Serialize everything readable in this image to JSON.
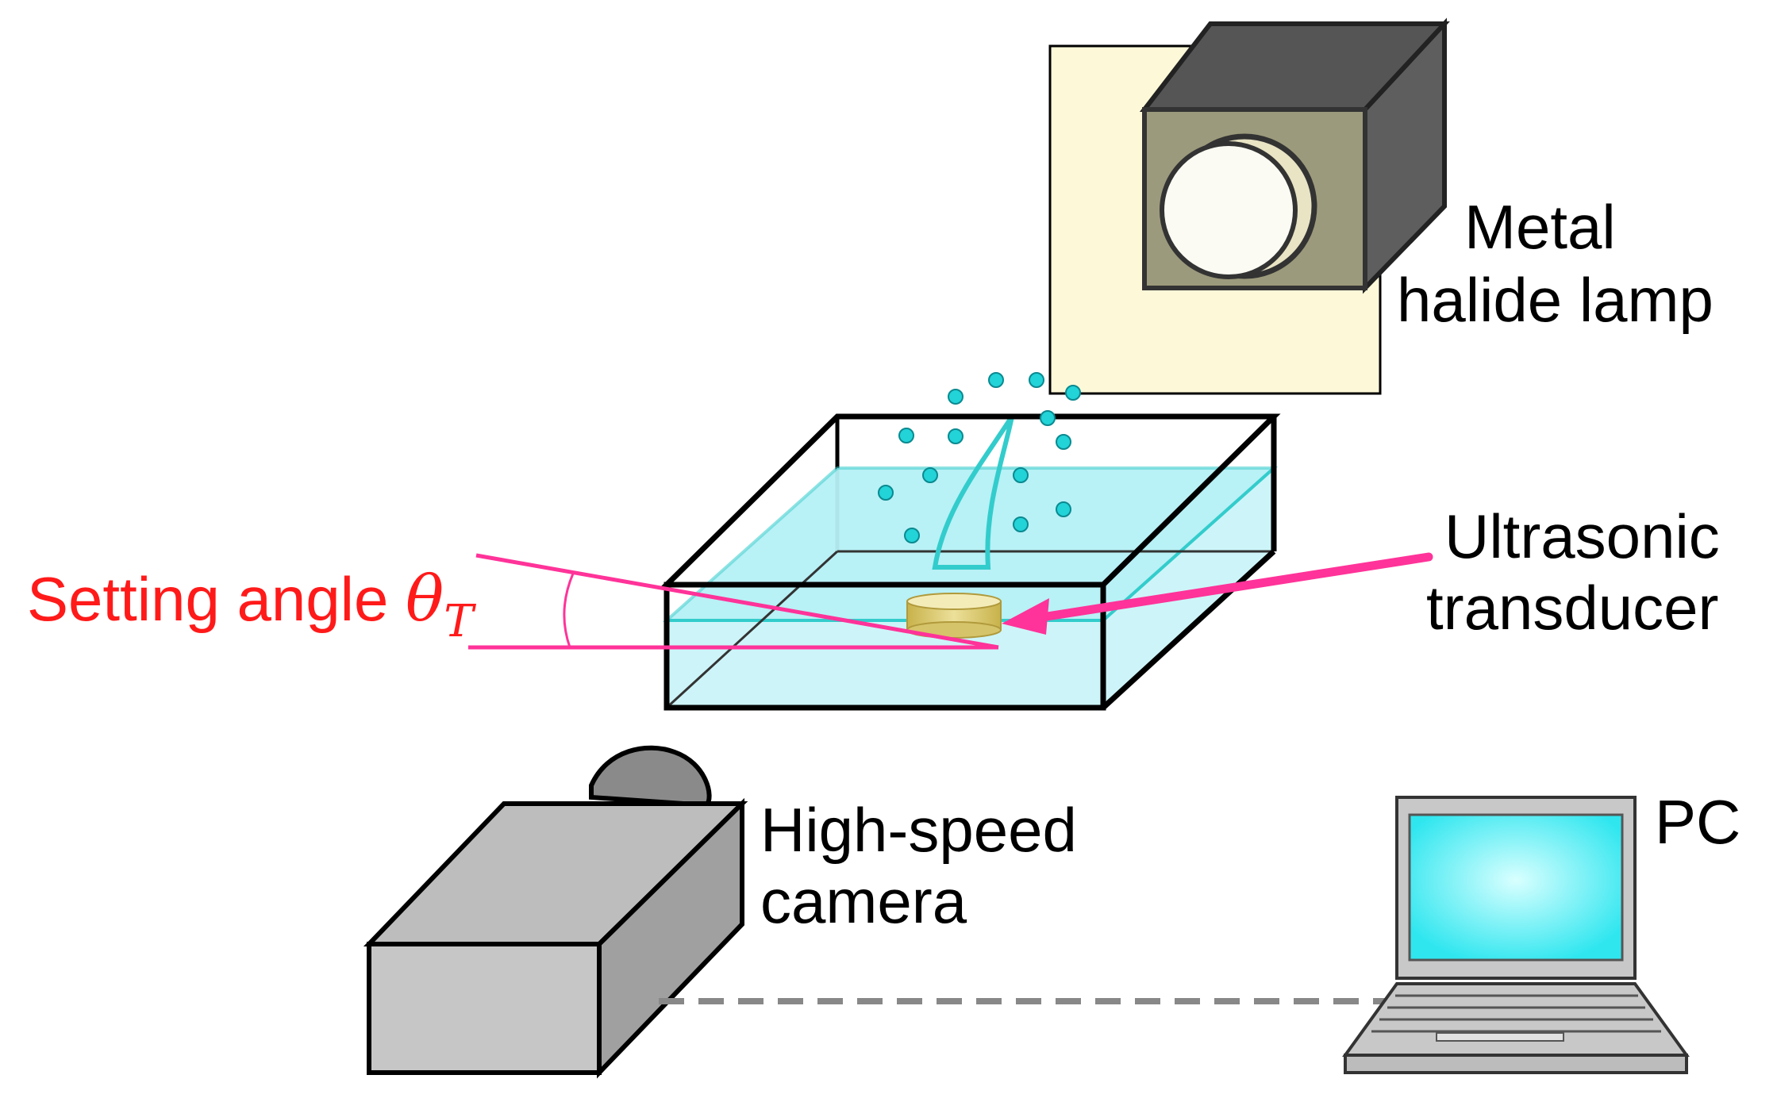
{
  "labels": {
    "lamp_line1": "Metal",
    "lamp_line2": "halide lamp",
    "transducer_line1": "Ultrasonic",
    "transducer_line2": "transducer",
    "angle_text": "Setting angle ",
    "angle_symbol": "θ",
    "angle_subscript": "T",
    "camera_line1": "High-speed",
    "camera_line2": "camera",
    "pc": "PC"
  },
  "colors": {
    "angle_label": "#ff1a1a",
    "angle_lines": "#ff3399",
    "transducer_arrow": "#ff3399",
    "water": "#c8f4f8",
    "water_edge": "#33cccc",
    "droplets": "#22d3d8",
    "lamp_panel": "#fdf9d8",
    "lamp_body": "#9c9a7c",
    "camera_body": "#c6c6c6",
    "pc_screen": "#2fe6ef",
    "cable": "#888888"
  }
}
